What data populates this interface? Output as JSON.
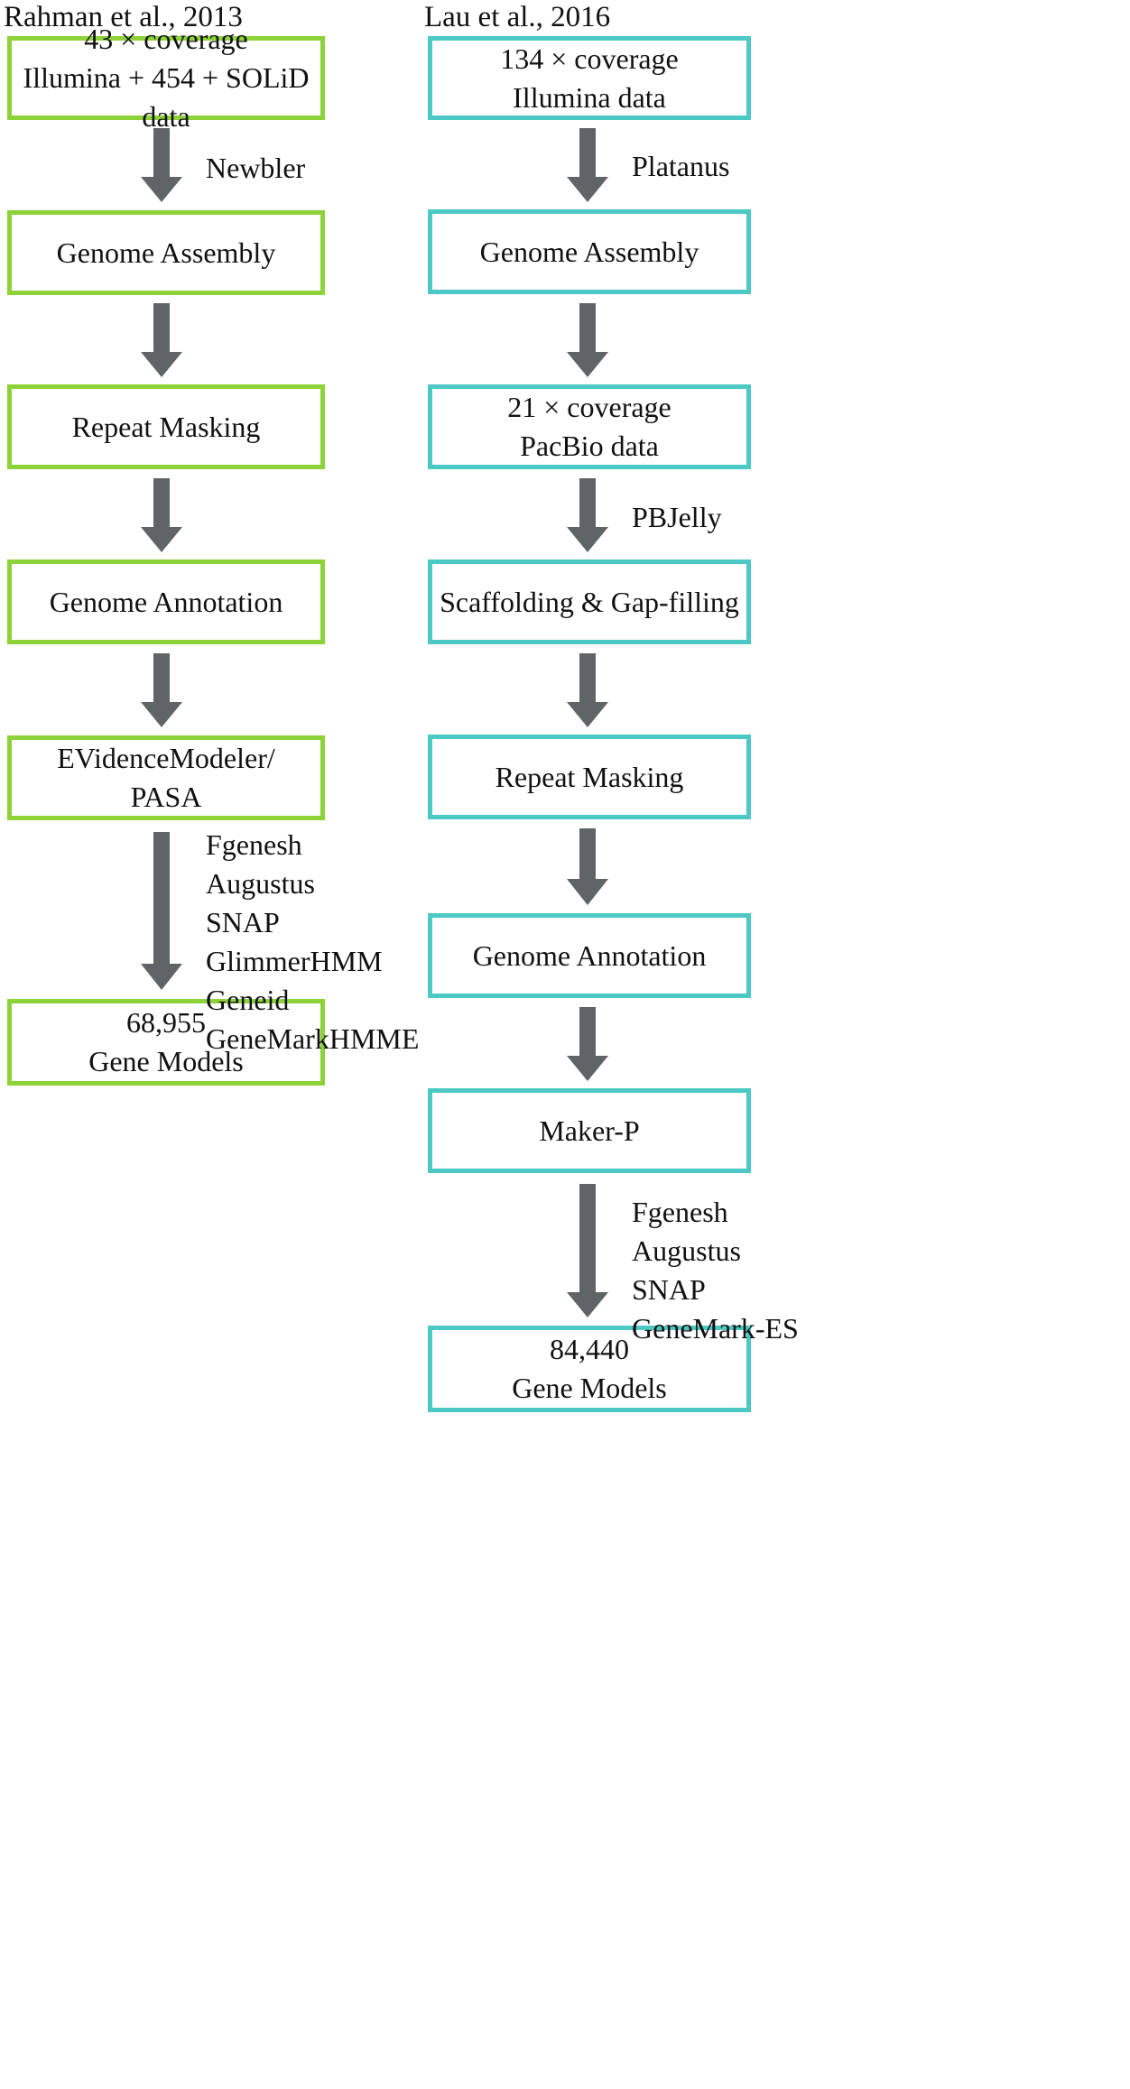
{
  "columns": {
    "left": {
      "heading": "Rahman et al., 2013",
      "steps": [
        {
          "lines": [
            "43 × coverage",
            "Illumina + 454 + SOLiD data"
          ]
        },
        {
          "lines": [
            "Genome Assembly"
          ]
        },
        {
          "lines": [
            "Repeat Masking"
          ]
        },
        {
          "lines": [
            "Genome Annotation"
          ]
        },
        {
          "lines": [
            "EVidenceModeler/",
            "PASA"
          ]
        },
        {
          "lines": [
            "68,955",
            "Gene Models"
          ]
        }
      ],
      "tools": {
        "newbler": "Newbler",
        "predictors": [
          "Fgenesh",
          "Augustus",
          "SNAP",
          "GlimmerHMM",
          "Geneid",
          "GeneMarkHMME"
        ]
      },
      "border_color": "#8ed23a"
    },
    "right": {
      "heading": "Lau et al., 2016",
      "steps": [
        {
          "lines": [
            "134 × coverage",
            "Illumina data"
          ]
        },
        {
          "lines": [
            "Genome Assembly"
          ]
        },
        {
          "lines": [
            "21 × coverage",
            "PacBio data"
          ]
        },
        {
          "lines": [
            "Scaffolding & Gap-filling"
          ]
        },
        {
          "lines": [
            "Repeat Masking"
          ]
        },
        {
          "lines": [
            "Genome Annotation"
          ]
        },
        {
          "lines": [
            "Maker-P"
          ]
        },
        {
          "lines": [
            "84,440",
            "Gene Models"
          ]
        }
      ],
      "tools": {
        "platanus": "Platanus",
        "pbjelly": "PBJelly",
        "predictors": [
          "Fgenesh",
          "Augustus",
          "SNAP",
          "GeneMark-ES"
        ]
      },
      "border_color": "#4cc9c4"
    }
  },
  "arrow_color": "#5f6466"
}
